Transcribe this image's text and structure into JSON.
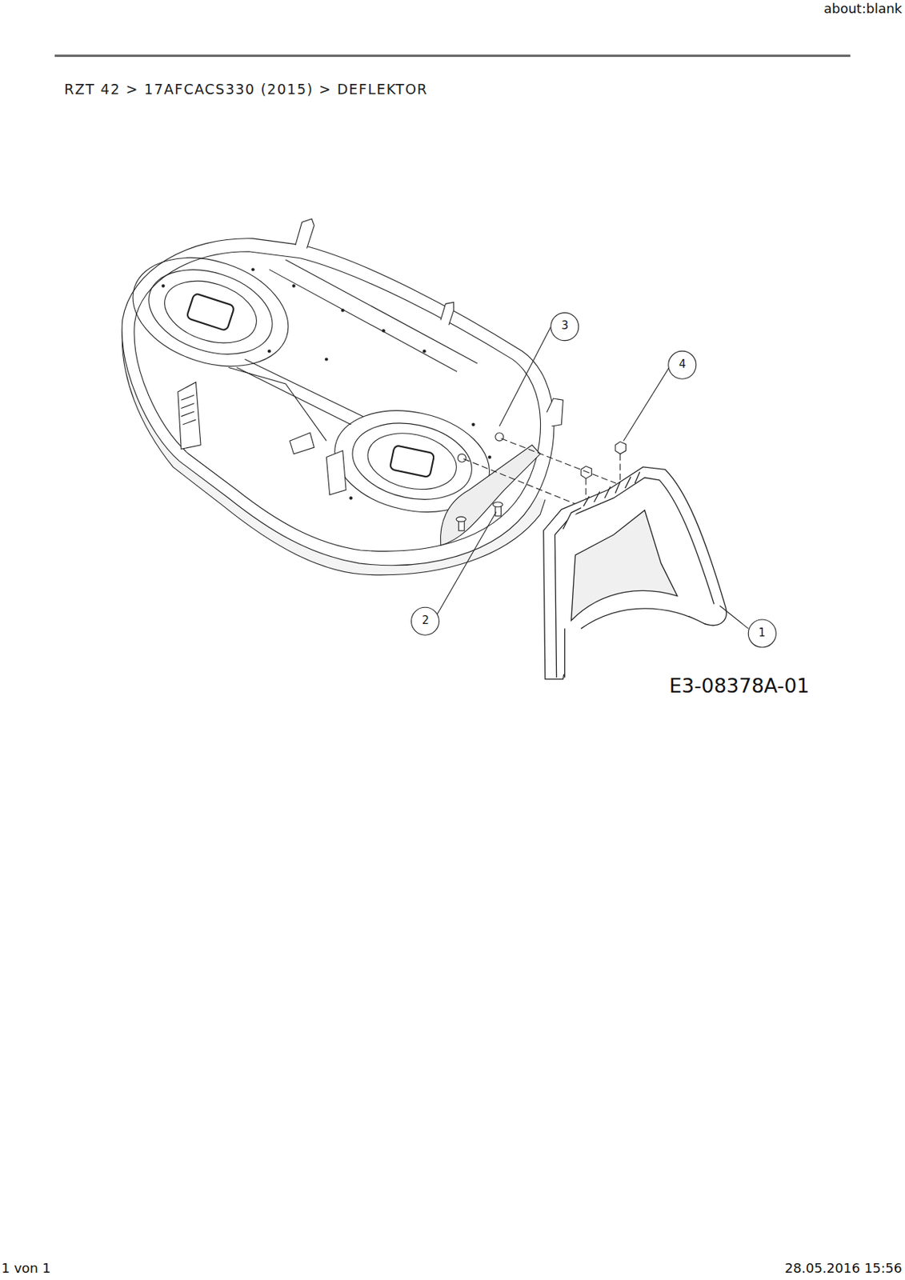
{
  "diagram": {
    "title": "RZT 42 > 17AFCACS330 (2015) > DEFLEKTOR",
    "labels": [
      "about:blank",
      "3",
      "4",
      "2",
      "1",
      "E3-08378A-01",
      "1 von 1",
      "28.05.2016 15:56"
    ]
  }
}
